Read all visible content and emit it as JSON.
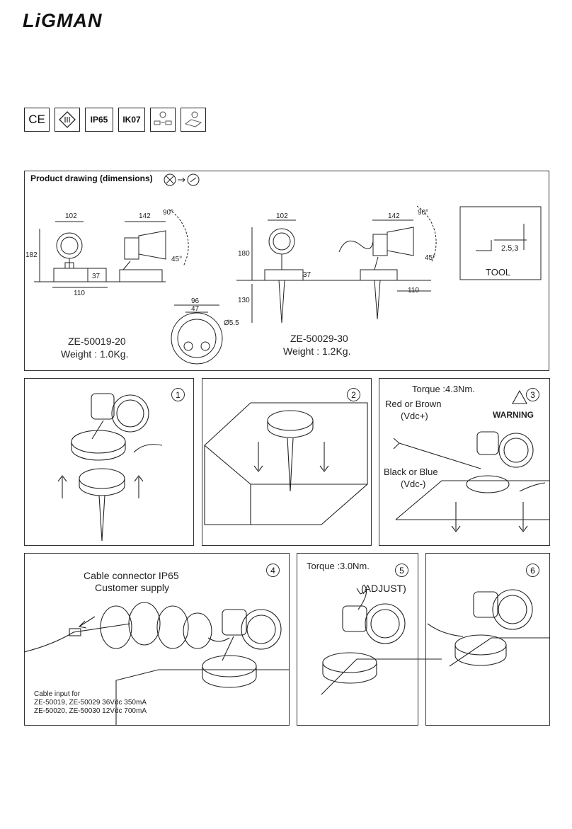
{
  "brand": "LiGMAN",
  "badges": {
    "ce": "CE",
    "ip": "IP65",
    "ik": "IK07"
  },
  "drawing": {
    "title": "Product drawing (dimensions)",
    "dims": {
      "w102": "102",
      "w142": "142",
      "a90": "90°",
      "a45": "45°",
      "h182": "182",
      "h37": "37",
      "w110": "110",
      "h180": "180",
      "h130": "130",
      "w96": "96",
      "w47": "47",
      "d55": "Ø5.5",
      "tool_size": "2.5,3"
    },
    "tool_label": "TOOL",
    "model1": "ZE-50019-20",
    "weight1": "Weight : 1.0Kg.",
    "model2": "ZE-50029-30",
    "weight2": "Weight : 1.2Kg."
  },
  "steps": {
    "s1": "1",
    "s2": "2",
    "s3": "3",
    "s4": "4",
    "s5": "5",
    "s6": "6",
    "torque1": "Torque :4.3Nm.",
    "red_brown": "Red or Brown",
    "vdc_plus": "(Vdc+)",
    "black_blue": "Black or Blue",
    "vdc_minus": "(Vdc-)",
    "warning": "WARNING",
    "connector": "Cable connector IP65",
    "customer": "Customer supply",
    "cable_input": "Cable input for",
    "cable_line1": "ZE-50019, ZE-50029 36Vdc 350mA",
    "cable_line2": "ZE-50020, ZE-50030 12Vdc 700mA",
    "torque2": "Torque :3.0Nm.",
    "adjust": "(ADJUST)"
  }
}
